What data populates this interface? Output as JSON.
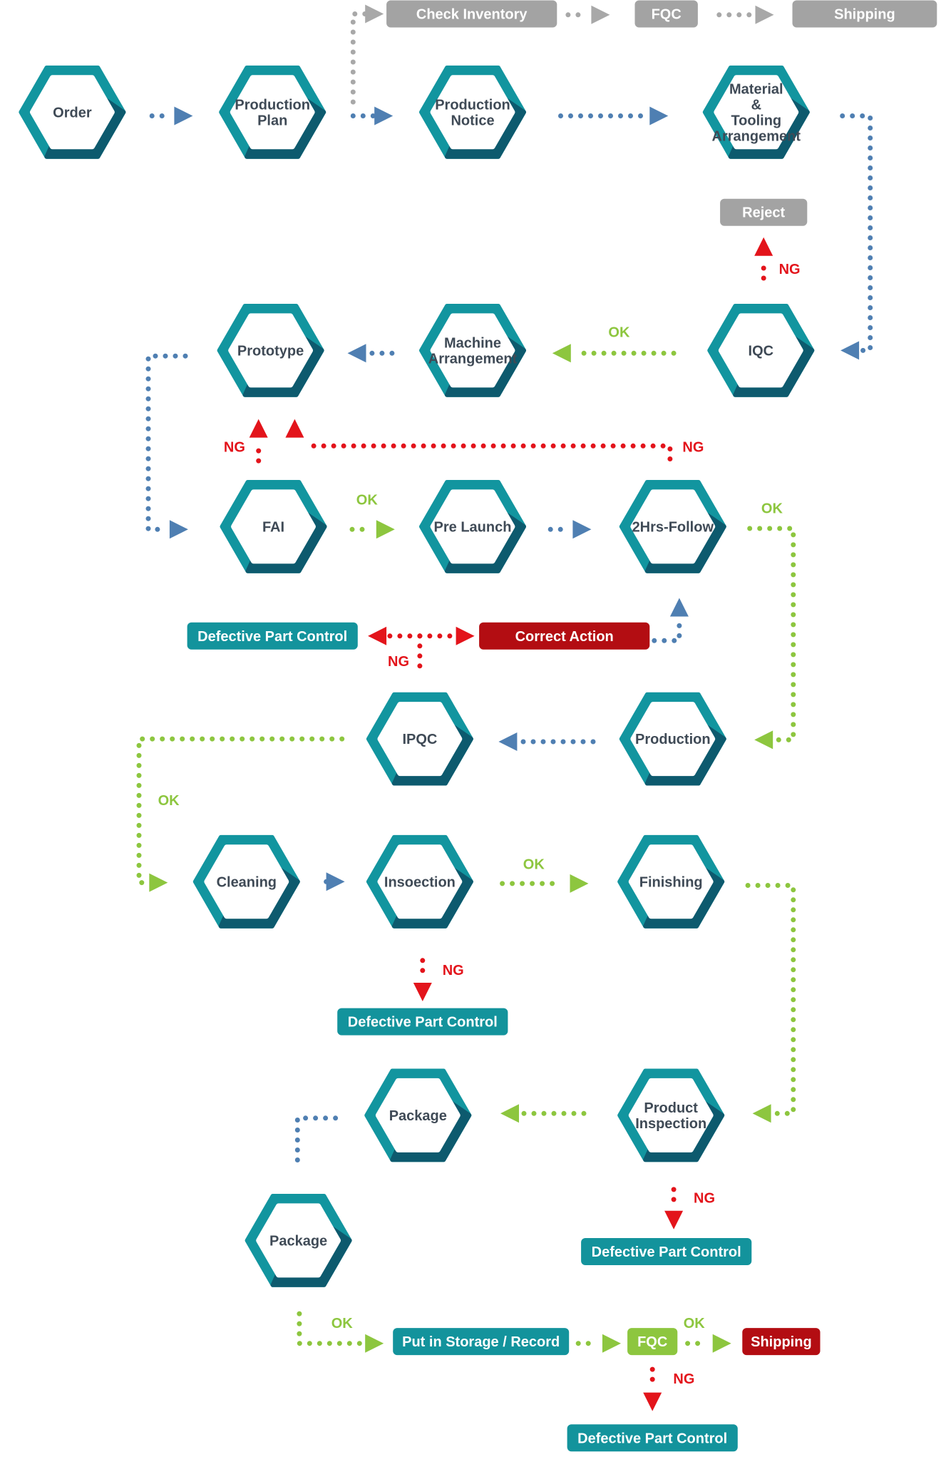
{
  "colors": {
    "hex_outer": "#12959f",
    "hex_shadow": "#0d5a6e",
    "hex_inner": "#ffffff",
    "box_teal": "#13939c",
    "box_gray": "#a3a3a3",
    "box_red": "#b30d12",
    "box_green": "#8dc63f",
    "flow_blue": "#4f7fb2",
    "flow_gray": "#a8a8a8",
    "ok_green": "#8dc63f",
    "ng_red": "#e3141b"
  },
  "nodes": [
    {
      "id": "order",
      "lines": [
        "Order"
      ]
    },
    {
      "id": "production-plan",
      "lines": [
        "Production",
        "Plan"
      ]
    },
    {
      "id": "production-notice",
      "lines": [
        "Production",
        "Notice"
      ]
    },
    {
      "id": "material-tooling",
      "lines": [
        "Material",
        "&",
        "Tooling",
        "Arrangement"
      ]
    },
    {
      "id": "prototype",
      "lines": [
        "Prototype"
      ]
    },
    {
      "id": "machine-arrangement",
      "lines": [
        "Machine",
        "Arrangement"
      ]
    },
    {
      "id": "iqc",
      "lines": [
        "IQC"
      ]
    },
    {
      "id": "fai",
      "lines": [
        "FAI"
      ]
    },
    {
      "id": "pre-launch",
      "lines": [
        "Pre Launch"
      ]
    },
    {
      "id": "two-hrs-follow",
      "lines": [
        "2Hrs-Follow"
      ]
    },
    {
      "id": "ipqc",
      "lines": [
        "IPQC"
      ]
    },
    {
      "id": "production",
      "lines": [
        "Production"
      ]
    },
    {
      "id": "cleaning",
      "lines": [
        "Cleaning"
      ]
    },
    {
      "id": "insoection",
      "lines": [
        "Insoection"
      ]
    },
    {
      "id": "finishing",
      "lines": [
        "Finishing"
      ]
    },
    {
      "id": "package-1",
      "lines": [
        "Package"
      ]
    },
    {
      "id": "product-inspection",
      "lines": [
        "Product",
        "Inspection"
      ]
    },
    {
      "id": "package-2",
      "lines": [
        "Package"
      ]
    }
  ],
  "boxes": [
    {
      "id": "check-inventory",
      "label": "Check Inventory",
      "style": "gray"
    },
    {
      "id": "fqc-top",
      "label": "FQC",
      "style": "gray"
    },
    {
      "id": "shipping-top",
      "label": "Shipping",
      "style": "gray"
    },
    {
      "id": "reject",
      "label": "Reject",
      "style": "gray"
    },
    {
      "id": "defective-part-control-1",
      "label": "Defective Part Control",
      "style": "teal"
    },
    {
      "id": "correct-action",
      "label": "Correct Action",
      "style": "red"
    },
    {
      "id": "defective-part-control-2",
      "label": "Defective Part Control",
      "style": "teal"
    },
    {
      "id": "defective-part-control-3",
      "label": "Defective Part Control",
      "style": "teal"
    },
    {
      "id": "put-in-storage",
      "label": "Put in Storage / Record",
      "style": "teal"
    },
    {
      "id": "fqc-bottom",
      "label": "FQC",
      "style": "green"
    },
    {
      "id": "shipping-bottom",
      "label": "Shipping",
      "style": "red"
    },
    {
      "id": "defective-part-control-4",
      "label": "Defective Part Control",
      "style": "teal"
    }
  ],
  "edge_labels": [
    {
      "id": "ng-iqc-reject",
      "text": "NG",
      "kind": "ng"
    },
    {
      "id": "ok-iqc-machine",
      "text": "OK",
      "kind": "ok"
    },
    {
      "id": "ng-fai-prototype",
      "text": "NG",
      "kind": "ng"
    },
    {
      "id": "ng-follow-prototype",
      "text": "NG",
      "kind": "ng"
    },
    {
      "id": "ok-fai-prelaunch",
      "text": "OK",
      "kind": "ok"
    },
    {
      "id": "ok-follow-production",
      "text": "OK",
      "kind": "ok"
    },
    {
      "id": "ng-correct-defective",
      "text": "NG",
      "kind": "ng"
    },
    {
      "id": "ok-ipqc-cleaning",
      "text": "OK",
      "kind": "ok"
    },
    {
      "id": "ok-insoection-finishing",
      "text": "OK",
      "kind": "ok"
    },
    {
      "id": "ng-insoection-defective",
      "text": "NG",
      "kind": "ng"
    },
    {
      "id": "ng-inspection-defective",
      "text": "NG",
      "kind": "ng"
    },
    {
      "id": "ok-package-storage",
      "text": "OK",
      "kind": "ok"
    },
    {
      "id": "ok-fqc-shipping",
      "text": "OK",
      "kind": "ok"
    },
    {
      "id": "ng-fqc-defective",
      "text": "NG",
      "kind": "ng"
    }
  ]
}
